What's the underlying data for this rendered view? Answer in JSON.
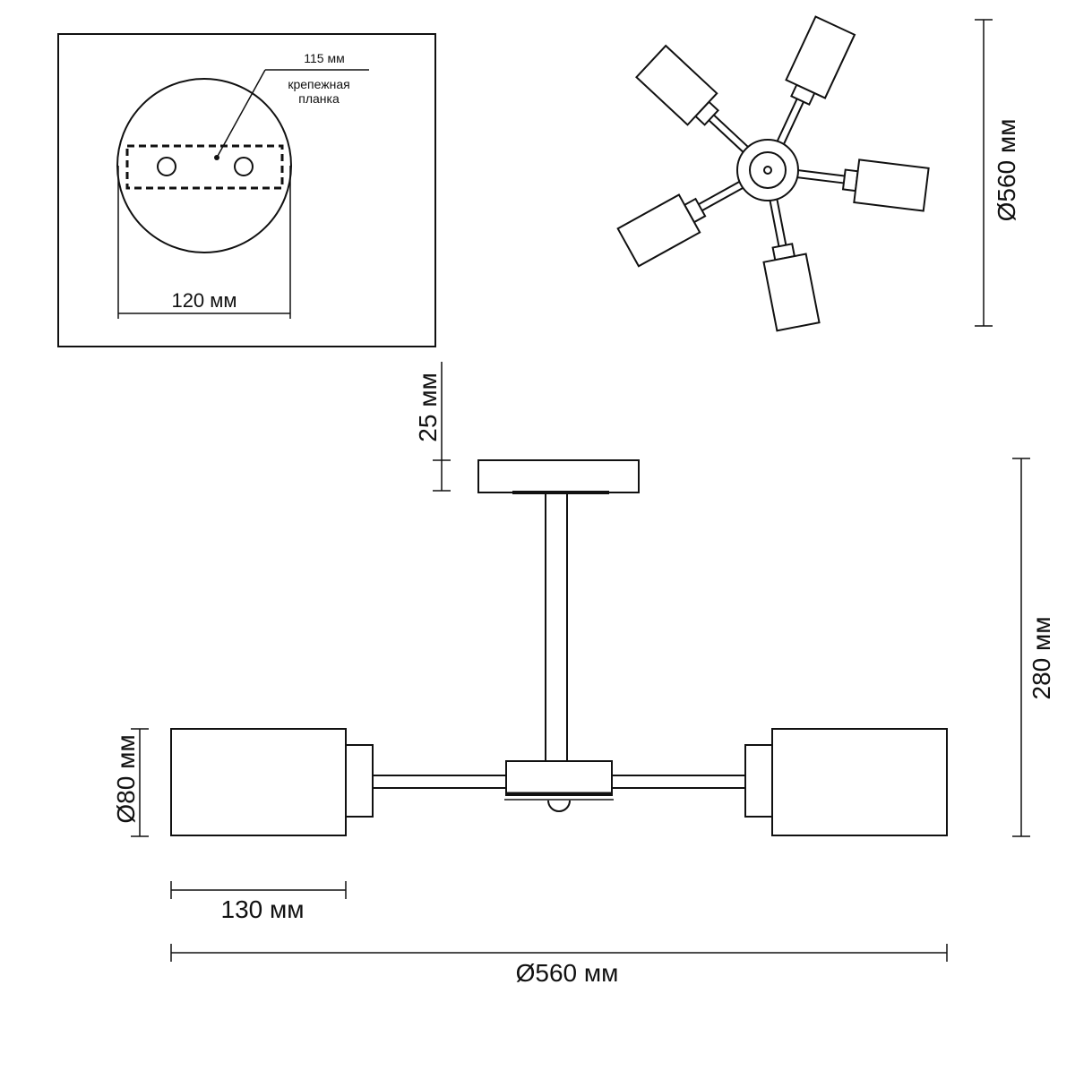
{
  "mount_detail": {
    "plate_length_label": "115 мм",
    "bracket_label_line1": "крепежная",
    "bracket_label_line2": "планка",
    "base_diameter_label": "120 мм"
  },
  "top_view": {
    "diameter_label": "Ø560 мм",
    "arm_count": 5
  },
  "side_view": {
    "canopy_height_label": "25 мм",
    "total_height_label": "280 мм",
    "shade_diameter_label": "Ø80 мм",
    "shade_length_label": "130 мм",
    "overall_diameter_label": "Ø560 мм"
  },
  "colors": {
    "line": "#111111",
    "background": "#ffffff"
  }
}
